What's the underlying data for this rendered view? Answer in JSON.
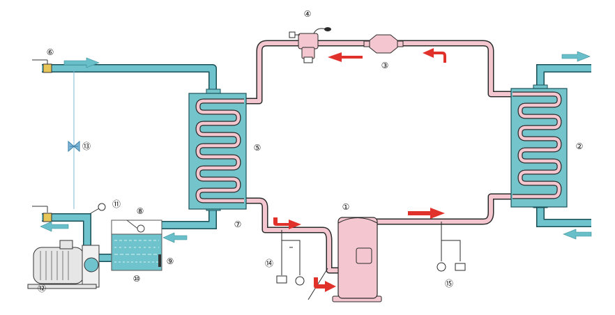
{
  "diagram": {
    "labels": {
      "compressor": "①",
      "condenser": "②",
      "filter_drier": "③",
      "expansion_valve": "④",
      "evaporator": "⑤",
      "water_inlet_valve": "⑥",
      "evaporator_water_outlet": "⑦",
      "float_level": "⑧",
      "level_gauge": "⑨",
      "water_tank": "⑩",
      "pressure_gauge": "⑪",
      "pump": "⑫",
      "bypass_valve": "⑬",
      "low_pressure_switch": "⑭",
      "high_pressure_switch": "⑮"
    },
    "colors": {
      "water_pipe": "#6fc3cc",
      "water_pipe_edge": "#1a4f57",
      "refrigerant_pipe": "#f4c6cf",
      "refrigerant_edge": "#2a2a2a",
      "heat_exchanger": "#74c4cb",
      "flow_arrow_refrigerant": "#e0312b",
      "flow_arrow_water": "#69bfc9",
      "tank_water": "#6fc3cc"
    }
  }
}
